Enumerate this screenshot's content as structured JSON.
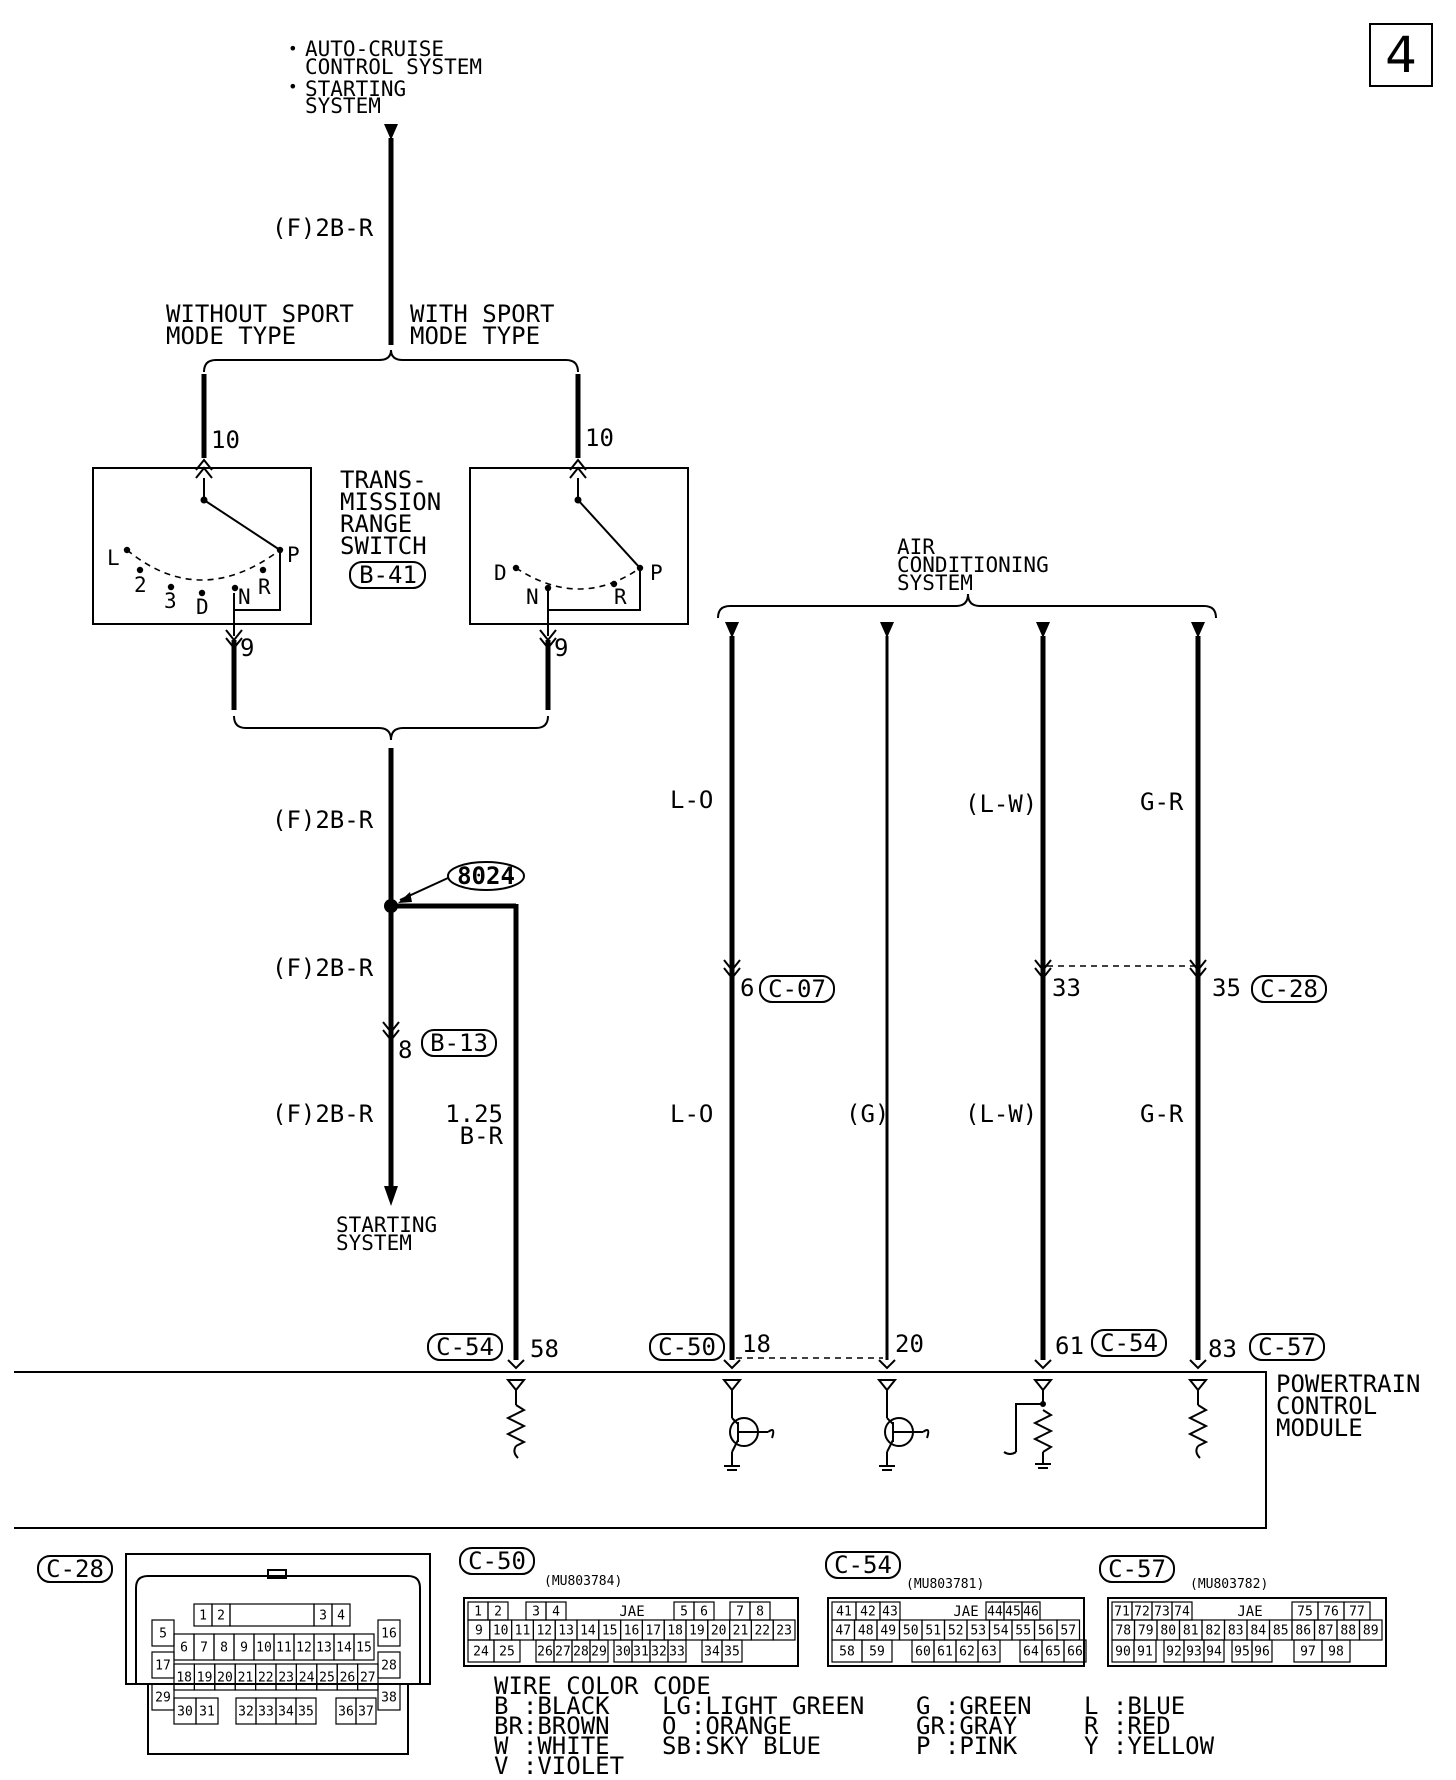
{
  "page_number": "4",
  "top_systems": [
    "AUTO-CRUISE",
    "CONTROL SYSTEM",
    "STARTING",
    "SYSTEM"
  ],
  "wire_f2br": "(F)2B-R",
  "mode_labels": {
    "without": [
      "WITHOUT SPORT",
      "MODE TYPE"
    ],
    "with": [
      "WITH SPORT",
      "MODE TYPE"
    ]
  },
  "switch": {
    "title": [
      "TRANS-",
      "MISSION",
      "RANGE",
      "SWITCH"
    ],
    "connector": "B-41",
    "pin_top": "10",
    "pin_bottom": "9",
    "positions_left": [
      "L",
      "2",
      "3",
      "D",
      "N",
      "R",
      "P"
    ],
    "positions_right": [
      "D",
      "N",
      "R",
      "P"
    ]
  },
  "splice": "8024",
  "connector_b13": {
    "pin": "8",
    "name": "B-13"
  },
  "wire_125br": [
    "1.25",
    "B-R"
  ],
  "starting_system_bottom": [
    "STARTING",
    "SYSTEM"
  ],
  "ac_system": [
    "AIR",
    "CONDITIONING",
    "SYSTEM"
  ],
  "ac_wires": {
    "lo": "L-O",
    "g": "(G)",
    "lw": "(L-W)",
    "gr": "G-R"
  },
  "mid_connectors": {
    "pin6": "6",
    "c07": "C-07",
    "pin33": "33",
    "pin35": "35",
    "c28": "C-28"
  },
  "pcm_pins": [
    {
      "conn": "C-54",
      "pin": "58"
    },
    {
      "conn": "C-50",
      "pin": "18"
    },
    {
      "conn": "",
      "pin": "20"
    },
    {
      "conn": "C-54",
      "pin": "61"
    },
    {
      "conn": "C-57",
      "pin": "83"
    }
  ],
  "pcm_label": [
    "POWERTRAIN",
    "CONTROL",
    "MODULE"
  ],
  "connector_views": {
    "c28": {
      "name": "C-28",
      "rows": [
        [
          "1",
          "2",
          "3",
          "4"
        ],
        [
          "5",
          "16"
        ],
        [
          "6",
          "7",
          "8",
          "9",
          "10",
          "11",
          "12",
          "13",
          "14",
          "15"
        ],
        [
          "17",
          "28"
        ],
        [
          "18",
          "19",
          "20",
          "21",
          "22",
          "23",
          "24",
          "25",
          "26",
          "27"
        ],
        [
          "29",
          "38"
        ],
        [
          "30",
          "31",
          "32",
          "33",
          "34",
          "35",
          "36",
          "37"
        ]
      ]
    },
    "c50": {
      "name": "C-50",
      "part": "(MU803784)",
      "jae": "JAE",
      "rows": [
        [
          "1",
          "2",
          "3",
          "4",
          "5",
          "6",
          "7",
          "8"
        ],
        [
          "9",
          "10",
          "11",
          "12",
          "13",
          "14",
          "15",
          "16",
          "17",
          "18",
          "19",
          "20",
          "21",
          "22",
          "23"
        ],
        [
          "24",
          "25",
          "26",
          "27",
          "28",
          "29",
          "30",
          "31",
          "32",
          "33",
          "34",
          "35"
        ]
      ]
    },
    "c54": {
      "name": "C-54",
      "part": "(MU803781)",
      "jae": "JAE",
      "rows": [
        [
          "41",
          "42",
          "43",
          "44",
          "45",
          "46"
        ],
        [
          "47",
          "48",
          "49",
          "50",
          "51",
          "52",
          "53",
          "54",
          "55",
          "56",
          "57"
        ],
        [
          "58",
          "59",
          "60",
          "61",
          "62",
          "63",
          "64",
          "65",
          "66"
        ]
      ]
    },
    "c57": {
      "name": "C-57",
      "part": "(MU803782)",
      "jae": "JAE",
      "rows": [
        [
          "71",
          "72",
          "73",
          "74",
          "75",
          "76",
          "77"
        ],
        [
          "78",
          "79",
          "80",
          "81",
          "82",
          "83",
          "84",
          "85",
          "86",
          "87",
          "88",
          "89"
        ],
        [
          "90",
          "91",
          "92",
          "93",
          "94",
          "95",
          "96",
          "97",
          "98"
        ]
      ]
    }
  },
  "wire_color_code": {
    "title": "WIRE COLOR CODE",
    "col1": [
      "B :BLACK",
      "BR:BROWN",
      "W :WHITE",
      "V :VIOLET"
    ],
    "col2": [
      "LG:LIGHT GREEN",
      "O :ORANGE",
      "SB:SKY BLUE"
    ],
    "col3": [
      "G :GREEN",
      "GR:GRAY",
      "P :PINK"
    ],
    "col4": [
      "L :BLUE",
      "R :RED",
      "Y :YELLOW"
    ]
  }
}
